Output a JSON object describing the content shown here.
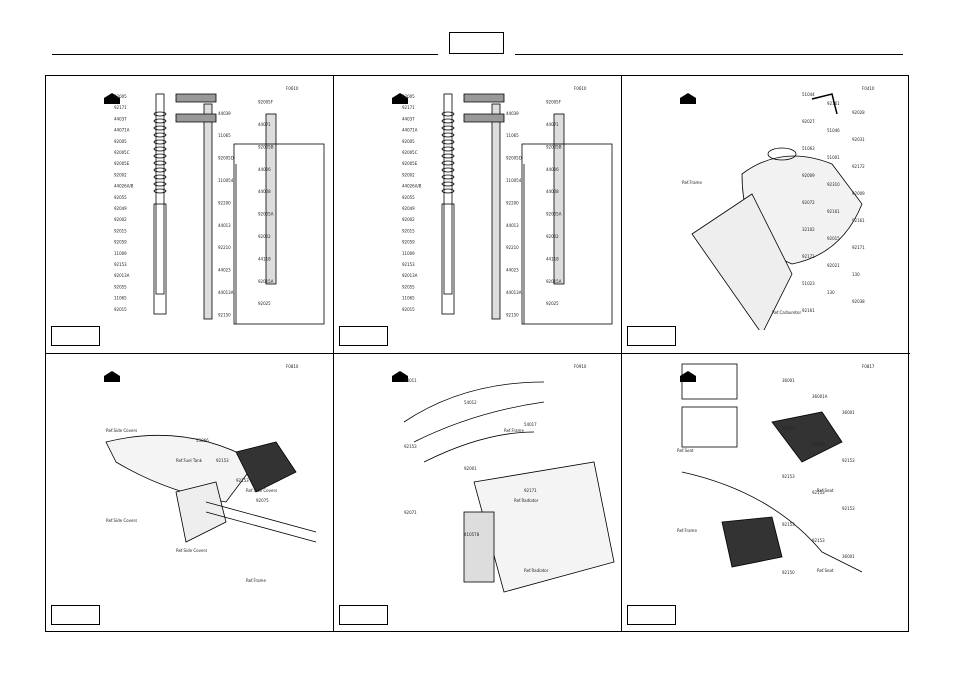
{
  "header": {
    "page_number": ""
  },
  "panels": [
    {
      "kind": "front-fork",
      "code": "F0610",
      "callouts": [
        "92005",
        "92005F",
        "92171",
        "44039",
        "44037",
        "44071",
        "44071A",
        "11065",
        "92005",
        "92005B",
        "92005C",
        "92005D",
        "92005E",
        "44026",
        "92002",
        "110054",
        "44026A/B",
        "44008",
        "92055",
        "92200",
        "92049",
        "92005A",
        "92002",
        "44013",
        "92015",
        "92002",
        "92059",
        "92210",
        "11009",
        "44118",
        "92153",
        "44023",
        "92013A",
        "92015A",
        "92055",
        "44013A",
        "11065",
        "92025",
        "92015",
        "92150"
      ],
      "refs": []
    },
    {
      "kind": "front-fork",
      "code": "F0610",
      "callouts": [
        "92005",
        "92005F",
        "92171",
        "44039",
        "44037",
        "44071",
        "44071A",
        "11065",
        "92005",
        "92005B",
        "92005C",
        "92005D",
        "92005E",
        "44026",
        "92002",
        "110054",
        "44026A/B",
        "44008",
        "92055",
        "92200",
        "92049",
        "92005A",
        "92002",
        "44013",
        "92015",
        "92002",
        "92059",
        "92210",
        "11009",
        "44118",
        "92153",
        "44023",
        "92013A",
        "92015A",
        "92055",
        "44013A",
        "11065",
        "92025",
        "92015",
        "92150"
      ],
      "refs": []
    },
    {
      "kind": "fuel-tank",
      "code": "F0410",
      "callouts": [
        "51044",
        "92161",
        "92028",
        "92027",
        "51046",
        "92031",
        "51063",
        "51001",
        "92172",
        "92009",
        "92310",
        "92009",
        "92072",
        "92161",
        "92161",
        "32102",
        "92015",
        "92171",
        "92171",
        "92021",
        "130",
        "51023",
        "130",
        "92038",
        "92161"
      ],
      "refs": [
        "Ref.Frame",
        "Ref.Carburetor"
      ]
    },
    {
      "kind": "side-covers",
      "code": "F0810",
      "callouts": [
        "53066",
        "92153",
        "92153",
        "92075"
      ],
      "refs": [
        "Ref.Side Covers",
        "Ref.Fuel Tank",
        "Ref.Side Covers",
        "Ref.Side Covers",
        "Ref.Side Covers",
        "Ref.Frame"
      ]
    },
    {
      "kind": "cables-radiator",
      "code": "F0910",
      "callouts": [
        "54011",
        "54012",
        "54017",
        "92153",
        "92001",
        "92171",
        "92071",
        "410578"
      ],
      "refs": [
        "Ref.Frame",
        "Ref.Radiator",
        "Ref.Radiator"
      ]
    },
    {
      "kind": "number-plates",
      "code": "F0817",
      "callouts": [
        "36001",
        "36001A",
        "36001",
        "92153",
        "92153",
        "92153",
        "92153",
        "92153",
        "92153",
        "92153",
        "92153",
        "36001",
        "92150"
      ],
      "refs": [
        "Ref.Seat",
        "Ref.Seat",
        "Ref.Frame",
        "Ref.Seat"
      ]
    }
  ]
}
